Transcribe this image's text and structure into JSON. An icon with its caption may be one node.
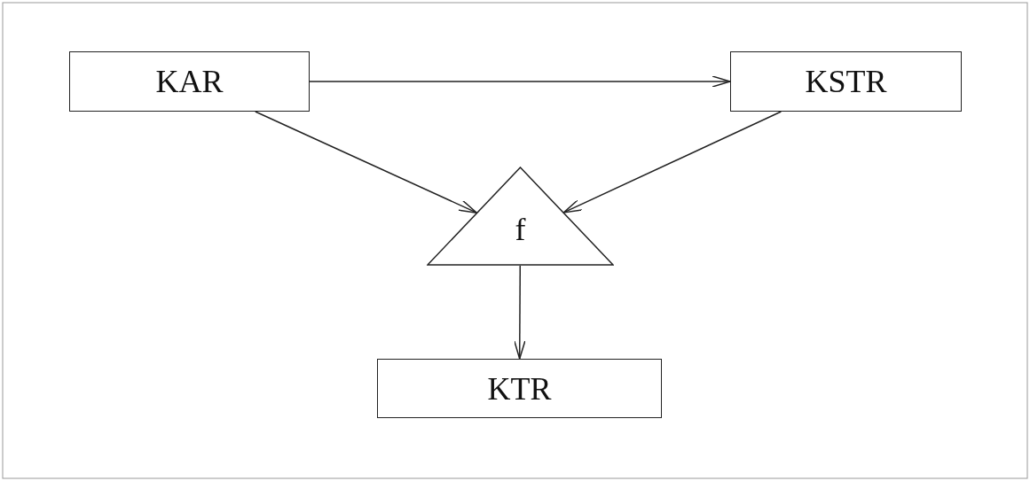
{
  "diagram": {
    "nodes": [
      {
        "text": [
          "KAR"
        ]
      },
      {
        "text": [
          "KSTR"
        ]
      },
      {
        "text": [
          "f"
        ]
      },
      {
        "text": [
          "KTR"
        ]
      }
    ],
    "edges": [
      {
        "from": 0,
        "to": 1,
        "arrow": "to"
      },
      {
        "from": 0,
        "to": 2,
        "arrow": "to"
      },
      {
        "from": 1,
        "to": 2,
        "arrow": "to"
      },
      {
        "from": 2,
        "to": 3,
        "arrow": "to"
      }
    ]
  }
}
